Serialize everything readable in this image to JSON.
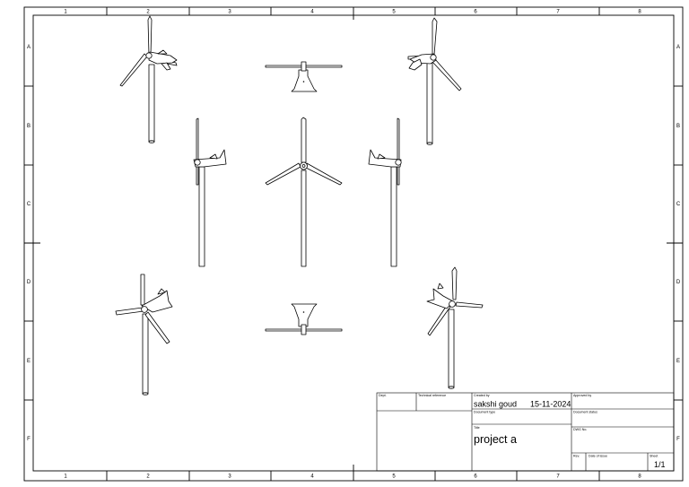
{
  "zones": {
    "columns": [
      "1",
      "2",
      "3",
      "4",
      "5",
      "6",
      "7",
      "8"
    ],
    "rows": [
      "A",
      "B",
      "C",
      "D",
      "E",
      "F"
    ]
  },
  "title_block": {
    "dept_label": "Dept.",
    "tech_ref_label": "Technical reference",
    "created_by_label": "Created by",
    "created_by": "sakshi goud",
    "created_date": "15-11-2024",
    "approved_by_label": "Approved by",
    "document_type_label": "Document type",
    "document_status_label": "Document status",
    "title_label": "Title",
    "title": "project a",
    "drawing_no_label": "DWG No.",
    "rev_label": "Rev.",
    "date_of_issue_label": "Date of issue",
    "sheet_label": "Sheet",
    "sheet": "1/1"
  }
}
